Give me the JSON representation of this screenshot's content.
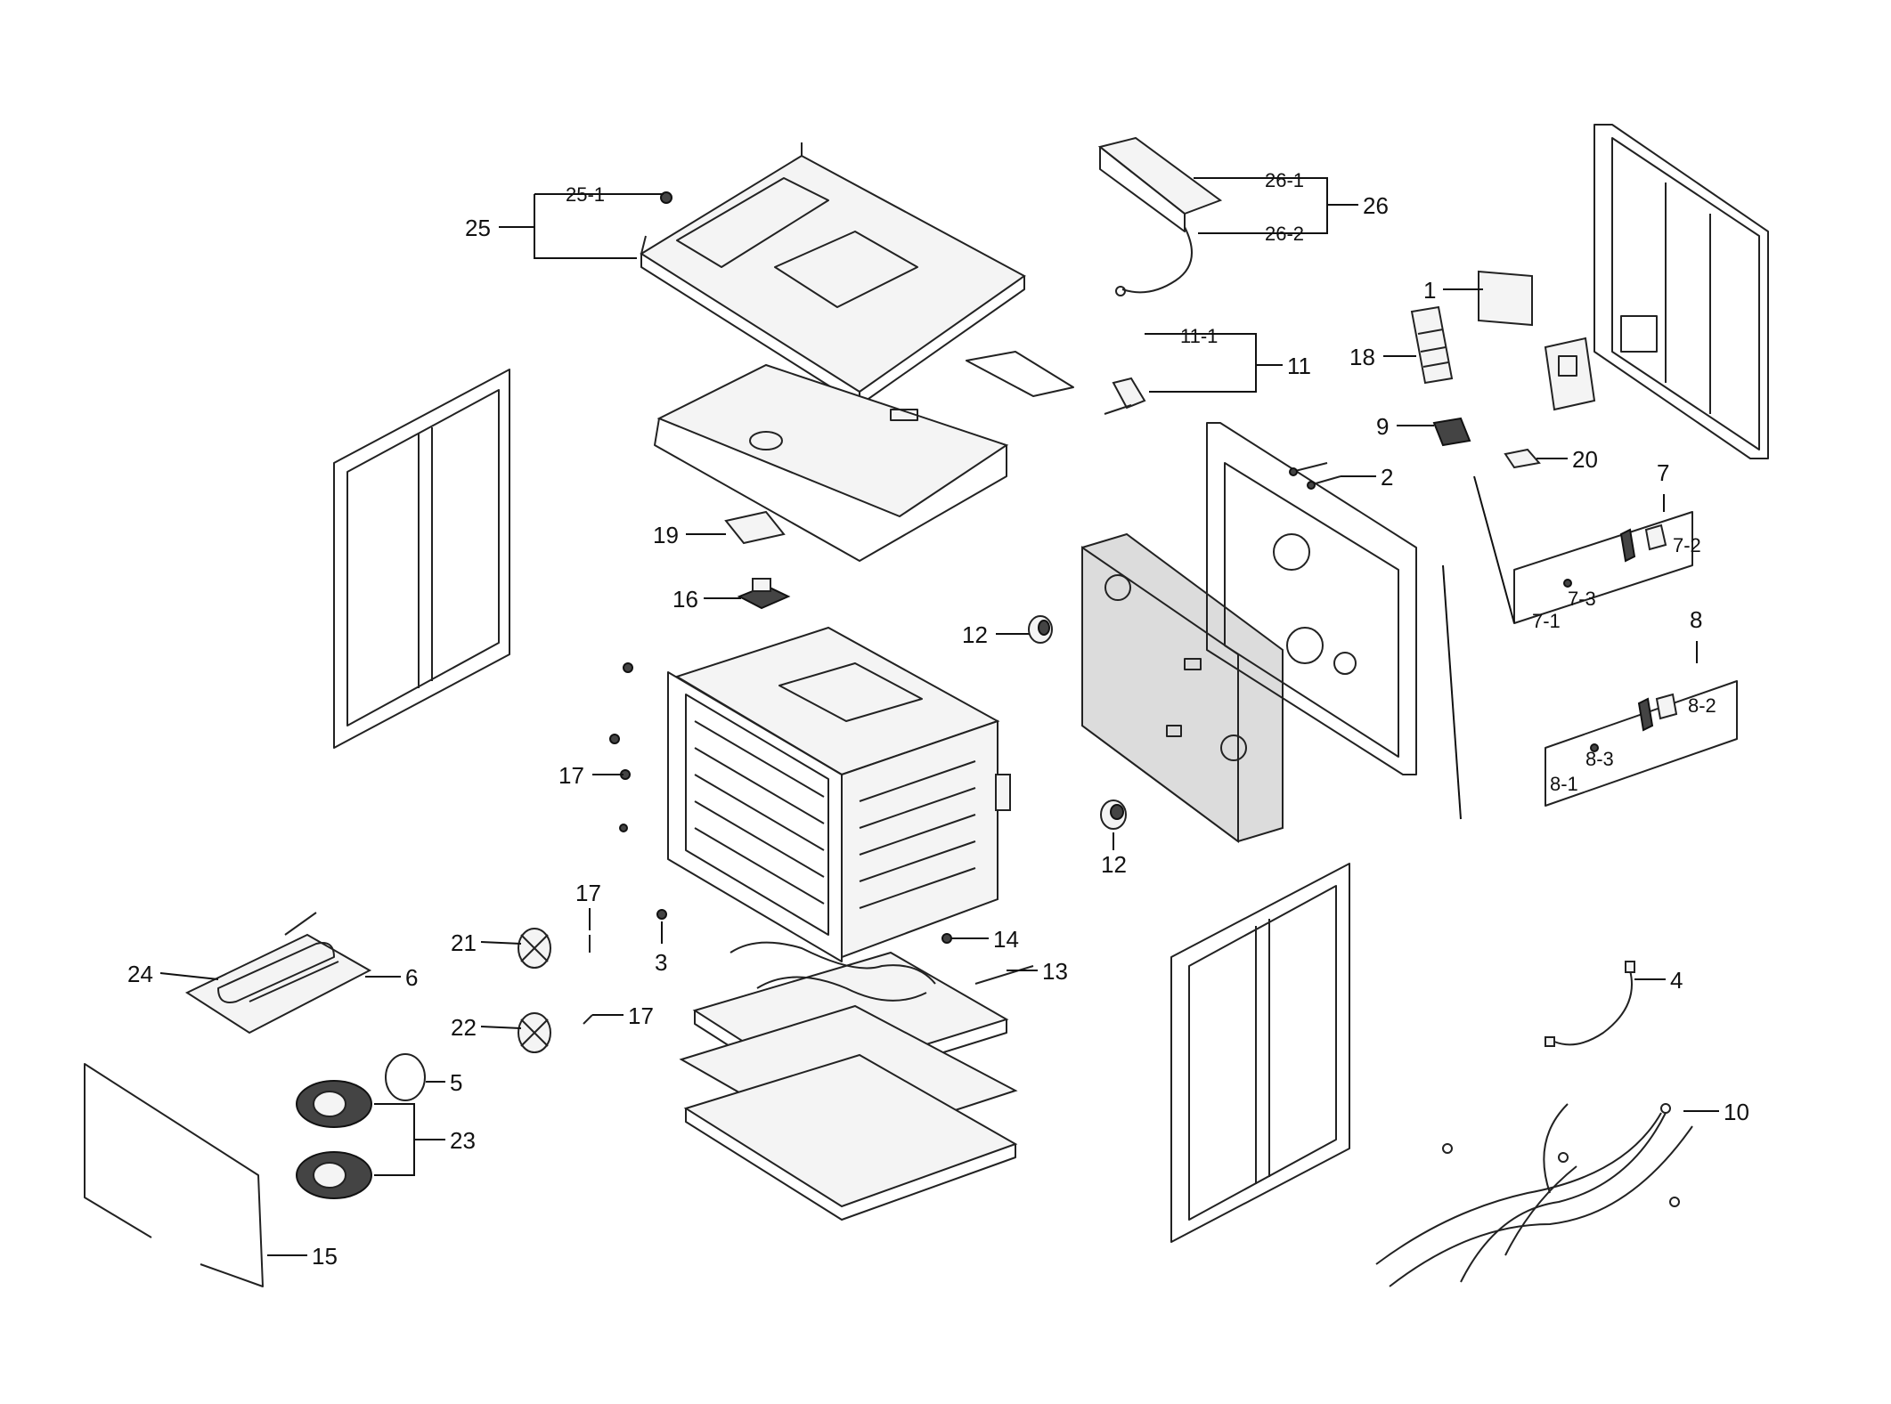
{
  "diagram": {
    "callouts": {
      "c1": "1",
      "c2": "2",
      "c3": "3",
      "c4": "4",
      "c5": "5",
      "c6": "6",
      "c7": "7",
      "c7_1": "7-1",
      "c7_2": "7-2",
      "c7_3": "7-3",
      "c8": "8",
      "c8_1": "8-1",
      "c8_2": "8-2",
      "c8_3": "8-3",
      "c9": "9",
      "c10": "10",
      "c11": "11",
      "c11_1": "11-1",
      "c12a": "12",
      "c12b": "12",
      "c13": "13",
      "c14": "14",
      "c15": "15",
      "c16": "16",
      "c17a": "17",
      "c17b": "17",
      "c17c": "17",
      "c18": "18",
      "c19": "19",
      "c20": "20",
      "c21": "21",
      "c22": "22",
      "c23": "23",
      "c24": "24",
      "c25": "25",
      "c25_1": "25-1",
      "c26": "26",
      "c26_1": "26-1",
      "c26_2": "26-2"
    }
  }
}
